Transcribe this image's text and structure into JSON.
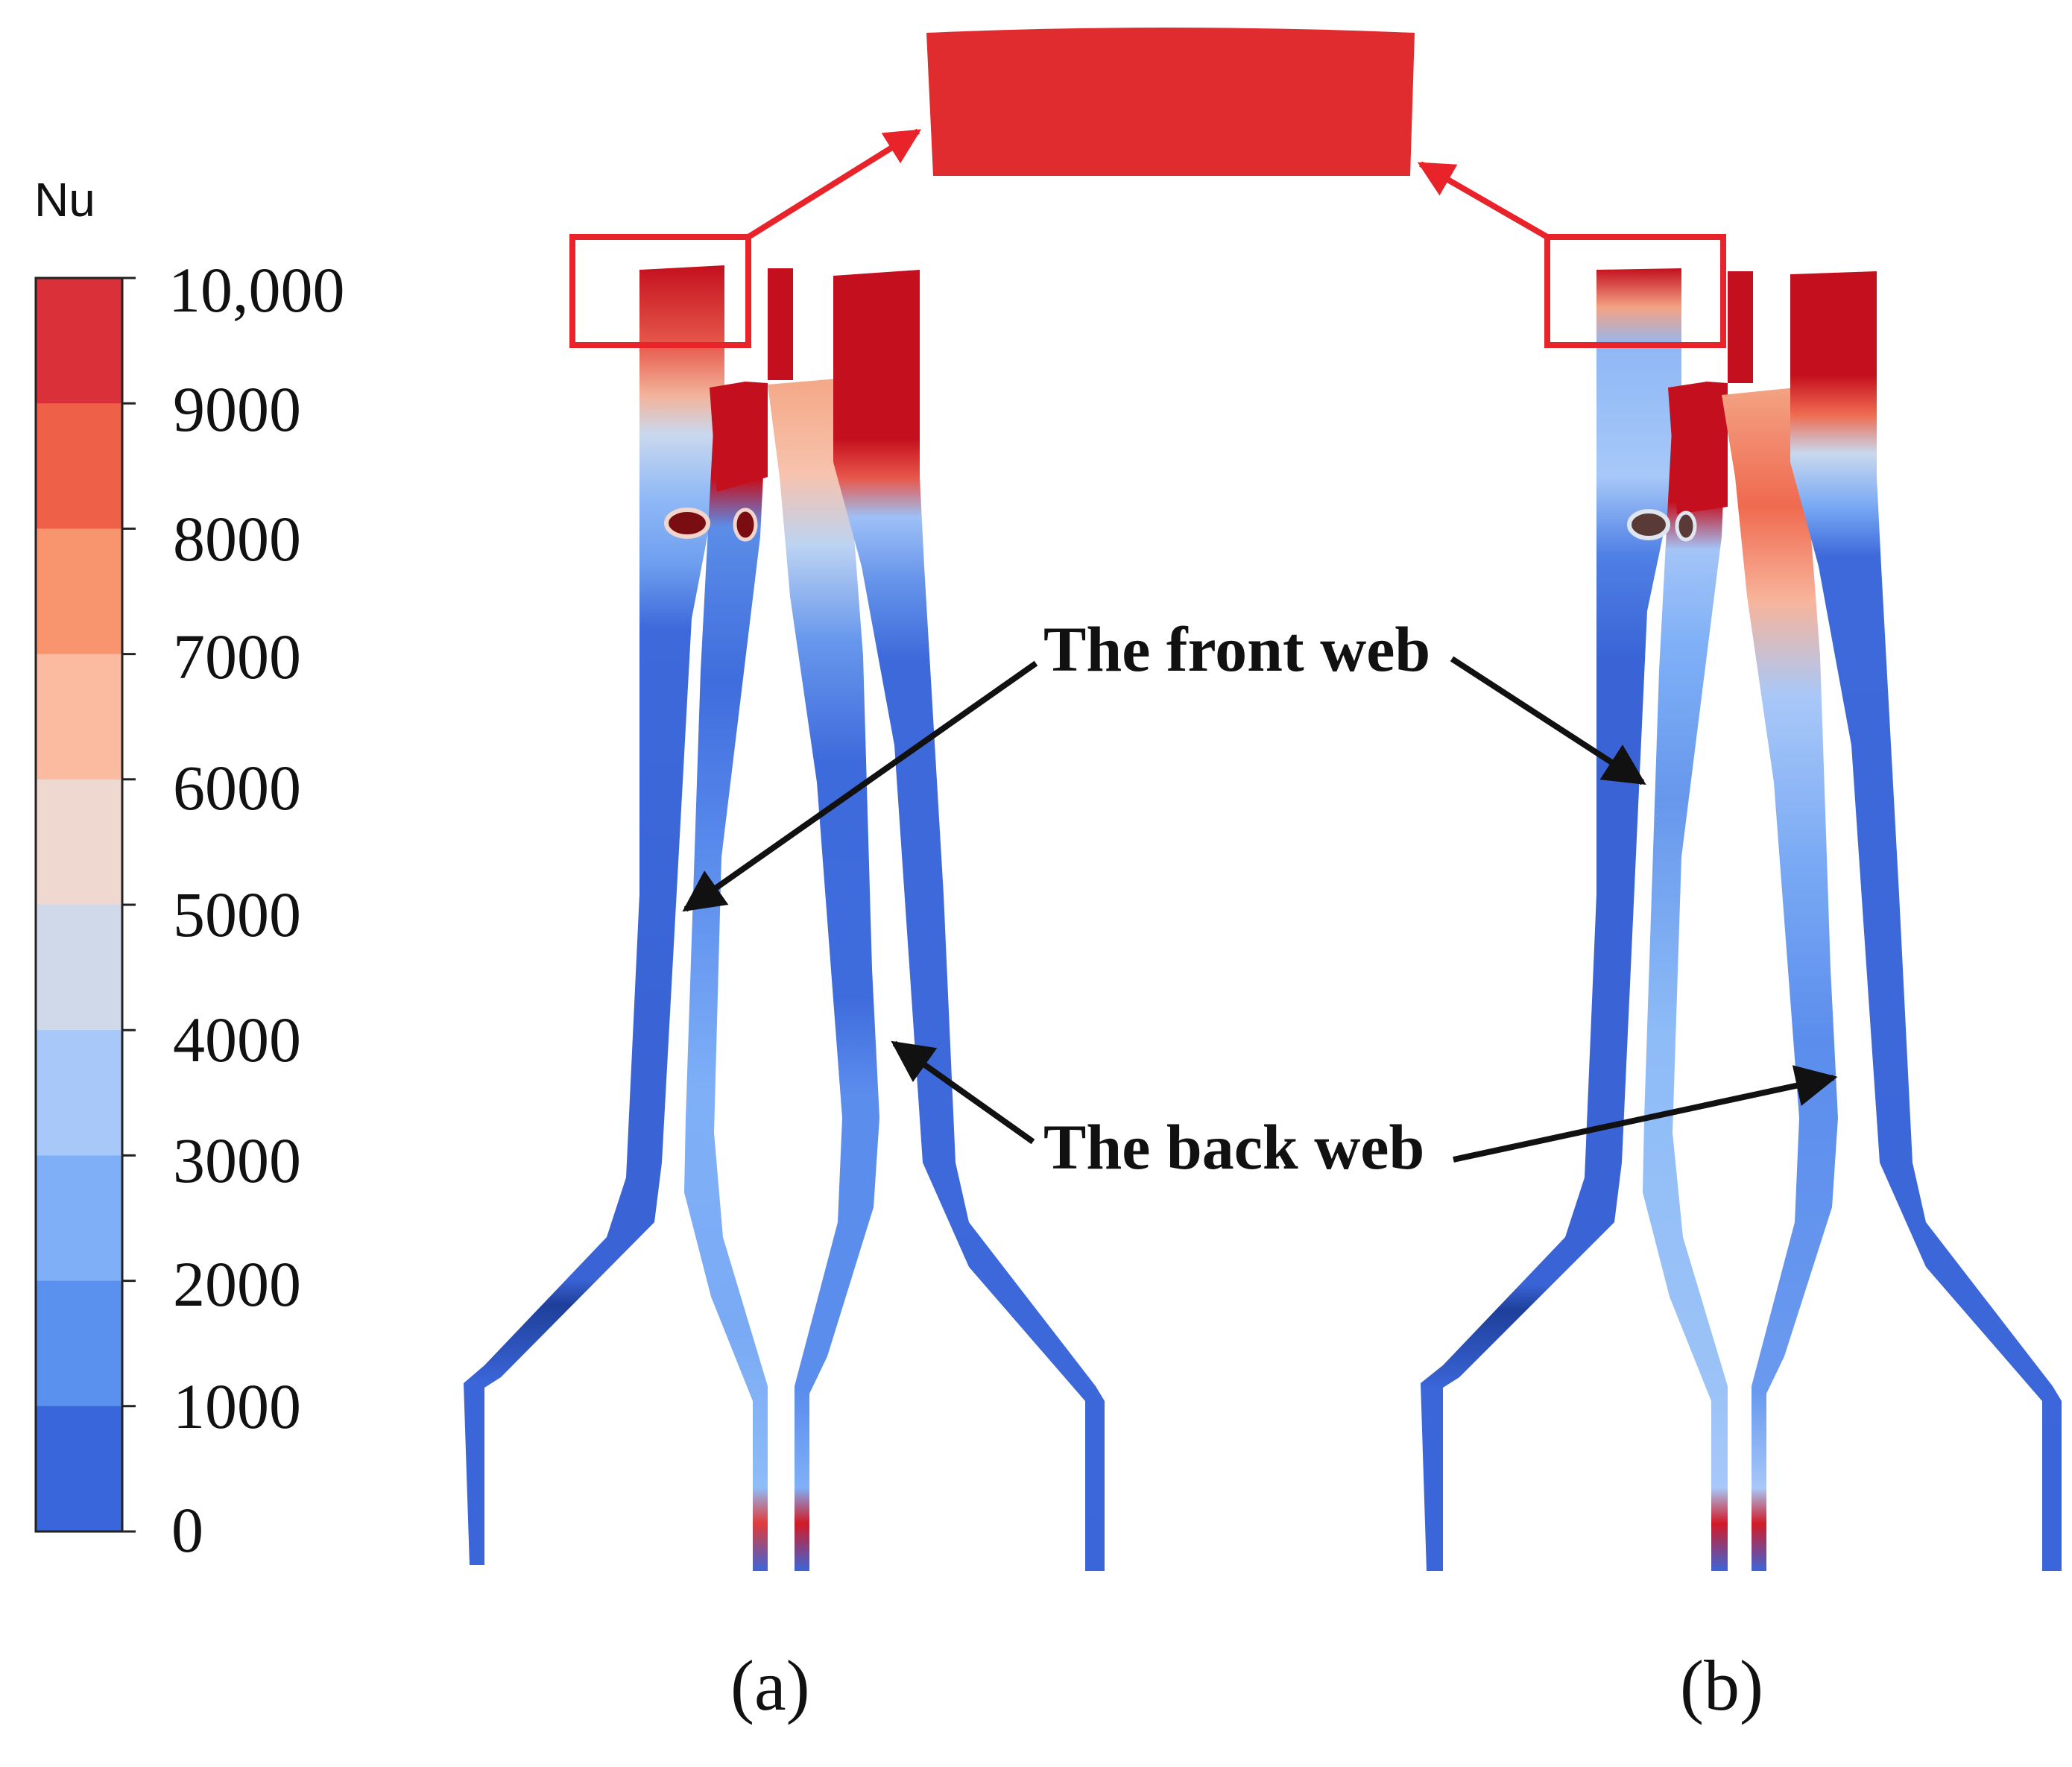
{
  "colorbar": {
    "title": "Nu",
    "tick_labels": [
      "10,000",
      "9000",
      "8000",
      "7000",
      "6000",
      "5000",
      "4000",
      "3000",
      "2000",
      "1000",
      "0"
    ],
    "colors_top_to_bottom": [
      "#d9303a",
      "#ee6047",
      "#f8956f",
      "#fbbba0",
      "#efd8d0",
      "#cfd9ea",
      "#a7c8f8",
      "#7fb0f7",
      "#5a90ee",
      "#3a66dc"
    ],
    "range": [
      0,
      10000
    ]
  },
  "callouts": {
    "front_web": "The front web",
    "back_web": "The back web"
  },
  "panels": {
    "left_label": "(a)",
    "right_label": "(b)"
  },
  "highlight_color": "#e8232a",
  "inset_color": "#e02b2f"
}
